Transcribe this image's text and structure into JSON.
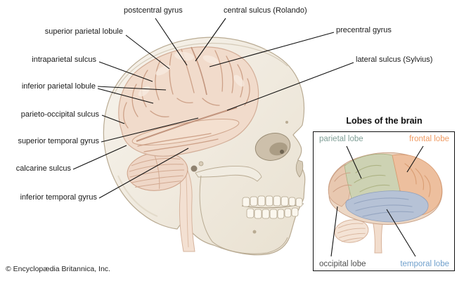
{
  "credit": "© Encyclopædia Britannica, Inc.",
  "main_labels": [
    {
      "id": "postcentral-gyrus",
      "text": "postcentral gyrus"
    },
    {
      "id": "central-sulcus",
      "text": "central sulcus (Rolando)"
    },
    {
      "id": "superior-parietal-lobule",
      "text": "superior parietal lobule"
    },
    {
      "id": "precentral-gyrus",
      "text": "precentral gyrus"
    },
    {
      "id": "intraparietal-sulcus",
      "text": "intraparietal sulcus"
    },
    {
      "id": "lateral-sulcus",
      "text": "lateral sulcus (Sylvius)"
    },
    {
      "id": "inferior-parietal-lobule",
      "text": "inferior parietal lobule"
    },
    {
      "id": "parieto-occipital-sulcus",
      "text": "parieto-occipital sulcus"
    },
    {
      "id": "superior-temporal-gyrus",
      "text": "superior temporal gyrus"
    },
    {
      "id": "calcarine-sulcus",
      "text": "calcarine sulcus"
    },
    {
      "id": "inferior-temporal-gyrus",
      "text": "inferior temporal gyrus"
    }
  ],
  "inset": {
    "title": "Lobes of the brain",
    "labels": [
      {
        "id": "parietal-lobe",
        "text": "parietal lobe",
        "color": "#7f9e96"
      },
      {
        "id": "frontal-lobe",
        "text": "frontal lobe",
        "color": "#f09b63"
      },
      {
        "id": "occipital-lobe",
        "text": "occipital lobe",
        "color": "#4f4f4f"
      },
      {
        "id": "temporal-lobe",
        "text": "temporal lobe",
        "color": "#70a0cc"
      }
    ]
  },
  "colors": {
    "background": "#ffffff",
    "label_text": "#1a1a1a",
    "leader_line": "#111111",
    "skull_fill": "#f4efe6",
    "skull_stroke": "#b9ab93",
    "brain_fill": "#f1dbcb",
    "brain_stroke": "#cfa58e",
    "inset_border": "#111111",
    "inset_frontal_fill": "#edbf9e",
    "inset_parietal_fill": "#cdd2b3",
    "inset_temporal_fill": "#b6c2d6",
    "inset_occipital_fill": "#e8c8b0"
  }
}
